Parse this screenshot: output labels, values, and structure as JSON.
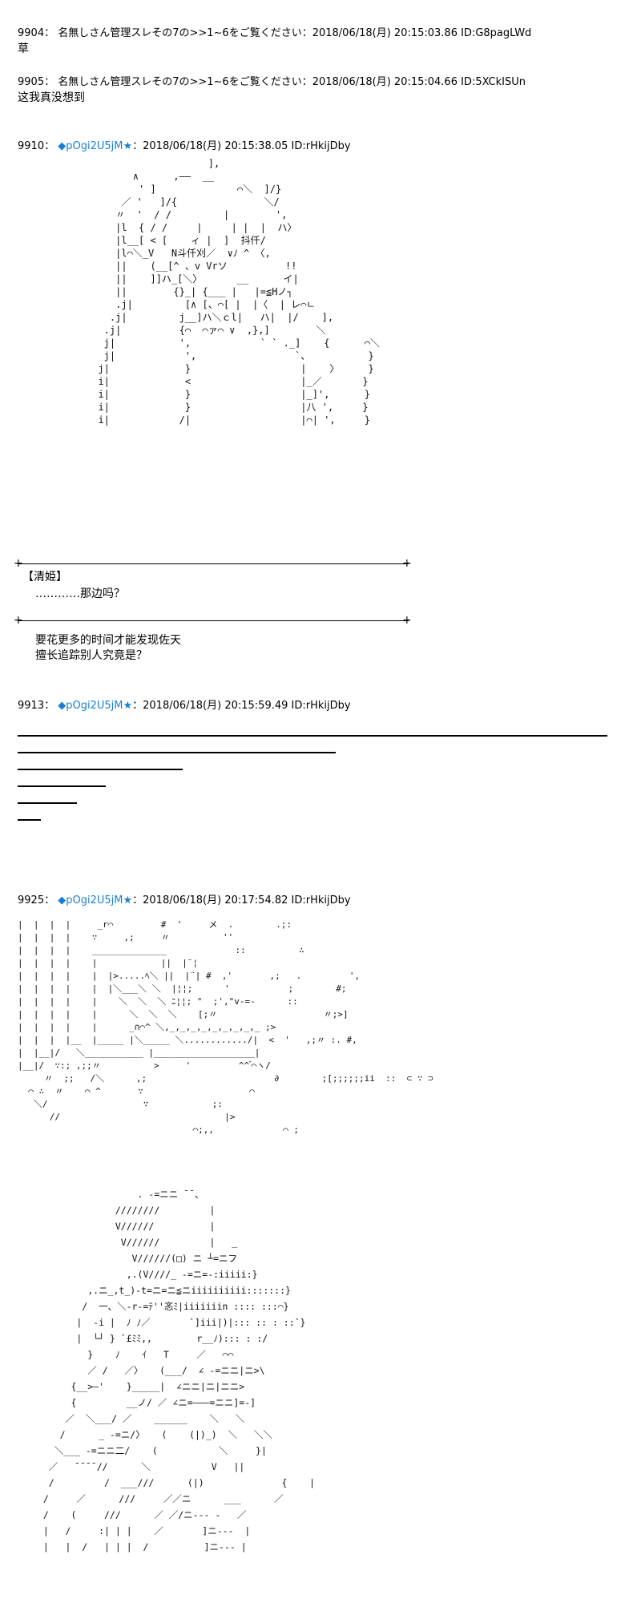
{
  "posts": [
    {
      "header": "9904： 名無しさん管理スレその7の>>1~6をご覧ください：2018/06/18(月) 20:15:03.86 ID:G8pagLWd",
      "body": "草"
    },
    {
      "header": "9905： 名無しさん管理スレその7の>>1~6をご覧ください：2018/06/18(月) 20:15:04.66 ID:5XCkISUn",
      "body": "这我真没想到"
    },
    {
      "number": "9910：",
      "trip": "◆pOgi2U5jM★",
      "rest": "：2018/06/18(月) 20:15:38.05 ID:rHkijDby",
      "speaker": "【清姫】",
      "line1": "…………那边吗？",
      "line2": "要花更多的时间才能发现佐天",
      "line3": "擅长追踪别人究竟是？"
    },
    {
      "number": "9913：",
      "trip": "◆pOgi2U5jM★",
      "rest": "：2018/06/18(月) 20:15:59.49 ID:rHkijDby",
      "bars": [
        1.0,
        0.54,
        0.28,
        0.15,
        0.1,
        0.04
      ]
    },
    {
      "number": "9925：",
      "trip": "◆pOgi2U5jM★",
      "rest": "：2018/06/18(月) 20:17:54.82 ID:rHkijDby"
    }
  ],
  "art": {
    "kiyohime": "                     ],\n        ∧      ,――  __\n         ' ]              ⌒＼  ]/}\n      ／ '   ]/{               ＼/\n     〃  '  / /         |        ',\n     |l  { / /     |     | |  |  ハ〉\n     |l__[ < [    ィ |  ]  抖仟/\n     |l⌒＼_V   N斗仟刈／  ∨ﾉ ^ 〈,\n     ||    (__[^ 、v Vrソ          !!\n     ||    ]]ハ_[＼〉      __      イ|\n     ||        {}_| {___ |   |=≦Hノ┐\n     .j|         [∧ [、⌒[ |  |〈  | レ⌒ㄴ\n    .j|         j__]ハ＼ｃl|   ハ|  |/    ],\n   .j|          {⌒  ⌒ァ⌒ ∨  ,},]        ＼\n   j|           ',            ` ` ._]    {      ⌒＼\n   j|            ',                 `、          }\n  j|             }                   |    〉     }\n  i|             <                   |_／       }\n  i|             }                   |_]',      }\n  i|             }                   |八 ',     }\n  i|            /|                   |⌒| ',     }",
    "room": "|  |  |  |     _r⌒         #  '     メ  .        .;:\n|  |  |  |    ∵     ,;     〃          ''\n|  |  |  |    ______________             ::          ∴\n|  |  |  |    |            ||  |¨¦\n|  |  |  |    |  |>.....ﾍ＼ ||  |¨| #  ,'       ,;   .         ',\n|  |  |  |    |  |＼___＼ ＼  |¦¦;      '           ;        #;\n|  |  |  |    |    ＼  ＼  ＼ ﾆ¦¦; °  ;',\"v-=-      ::\n|  |  |  |    |      ＼  ＼  ＼    [;〃                    〃;>]\n|  |  |  |    |      _∩⌒^ ＼,_,_,_,_,_,_,_,_,_ ;>\n|  |  |  |__  |_____ |＼_____ ＼............/|  <  '   ,;〃 :. #,\n|  |__|/   ＼___________ |___________________|\n|__|/  ∵:; ,;;〃          >     '         ^^ ゙⌒ヽ/\n     〃  ;;   /＼      ,;                        ∂        ;[;;;;;;ii  ::  ⊂ ∵ ⊃\n  ⌒ ∴  〃    ⌒ ^       ∵                    ⌒\n   ＼/                  ∵            ;:\n      //                               |>\n                                 ⌒;,,             ⌒ ;",
    "girl": "                   . -=ニニ ̄ ̄ 、\n               ////////         |\n               V//////          |\n                V//////         |   _\n                  V//////(□) ニ ┴=ニフ\n                 ,.(V////_ -=ニ=-:iiiii:}\n          ,.ニ_,t_)-t=ニ=ニ≦ニiiiiiiiiii:::::::}\n         /  一、＼-r-=ﾃ''忞ﾐ|iiiiiiin :::: :::⌒}\n        |  -i |  ﾉ ﾉ／       `]iii|)|::: :: : ::`}\n        |  └┘ } `£ﾐﾐ,,        r__ﾉ)::: : :/\n          }    ﾉ    ｲ   T     ／   ⌒⌒\n          ／ /   ／〉   (___/  ∠ -=ニニ|ニ>\\\n       {__>―'    }_____|  ∠ニニ|ニ|ニニ>\n       {         __ノ/ ／ ∠ニ=―――=ニニ]=-]\n      ／  ＼___/ ／    ______    ＼   ＼\n     /      _ -=ニ/〉   (    (|)_)  ＼   ＼＼\n    ＼___ -=ニニ二/    (           ＼     }|\n   ／   ̄ ̄ ̄ ̄ //      ＼           V   ||\n   /         /  ___///      (|)              {    |\n  /     ／      ///     ／／ニ      ___      ／\n  /    (     ///      ／ ／/ニ--- ‐   ／\n  |   /     :| | |    ／       ]ニ---  |\n  |   |  /   | | |  /          ]ニ--- |"
  }
}
